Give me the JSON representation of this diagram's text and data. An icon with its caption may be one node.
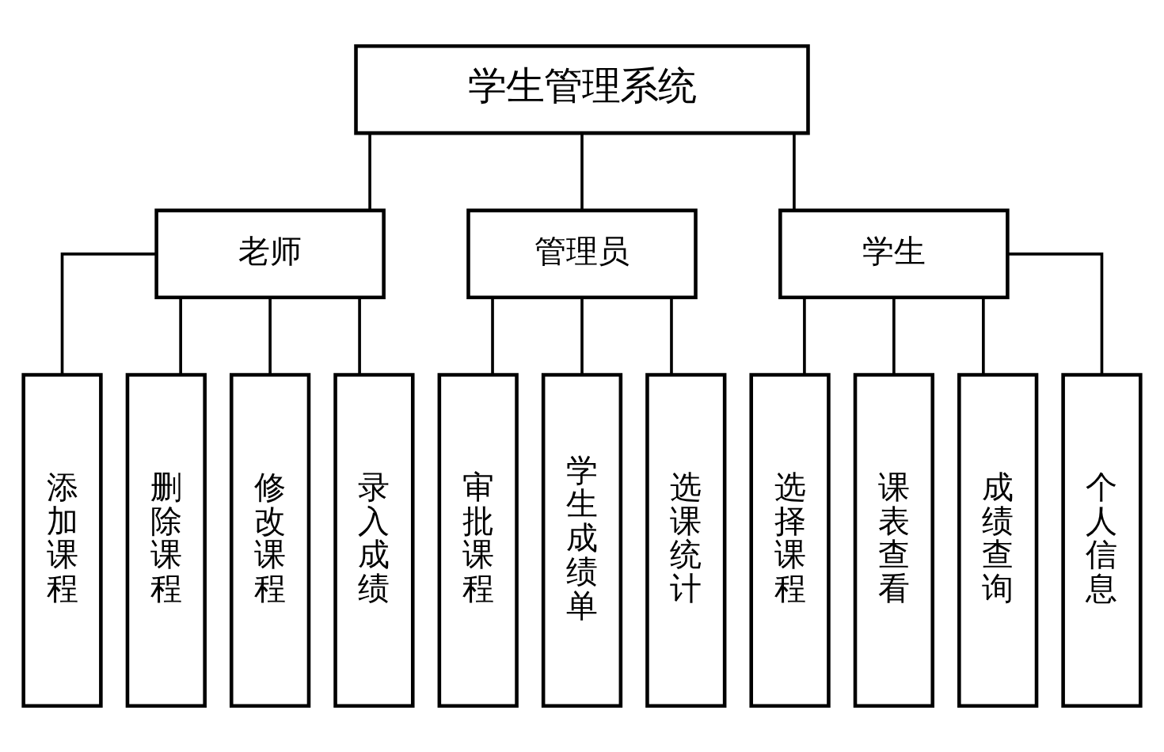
{
  "diagram": {
    "nodes": [
      {
        "text": [
          "学生管理系统"
        ]
      },
      {
        "text": [
          "老师"
        ]
      },
      {
        "text": [
          "管理员"
        ]
      },
      {
        "text": [
          "学生"
        ]
      },
      {
        "text": [
          "添加课程"
        ]
      },
      {
        "text": [
          "删除课程"
        ]
      },
      {
        "text": [
          "修改课程"
        ]
      },
      {
        "text": [
          "录入成绩"
        ]
      },
      {
        "text": [
          "审批课程"
        ]
      },
      {
        "text": [
          "学生成绩单"
        ]
      },
      {
        "text": [
          "选课统计"
        ]
      },
      {
        "text": [
          "选择课程"
        ]
      },
      {
        "text": [
          "课表查看"
        ]
      },
      {
        "text": [
          "成绩查询"
        ]
      },
      {
        "text": [
          "个人信息"
        ]
      }
    ],
    "edges": [
      {
        "from": 0,
        "to": 1,
        "arrow": "none"
      },
      {
        "from": 0,
        "to": 2,
        "arrow": "none"
      },
      {
        "from": 0,
        "to": 3,
        "arrow": "none"
      },
      {
        "from": 1,
        "to": 4,
        "arrow": "none"
      },
      {
        "from": 1,
        "to": 5,
        "arrow": "none"
      },
      {
        "from": 1,
        "to": 6,
        "arrow": "none"
      },
      {
        "from": 1,
        "to": 7,
        "arrow": "none"
      },
      {
        "from": 2,
        "to": 8,
        "arrow": "none"
      },
      {
        "from": 2,
        "to": 9,
        "arrow": "none"
      },
      {
        "from": 2,
        "to": 10,
        "arrow": "none"
      },
      {
        "from": 3,
        "to": 11,
        "arrow": "none"
      },
      {
        "from": 3,
        "to": 12,
        "arrow": "none"
      },
      {
        "from": 3,
        "to": 13,
        "arrow": "none"
      },
      {
        "from": 3,
        "to": 14,
        "arrow": "none"
      }
    ]
  }
}
